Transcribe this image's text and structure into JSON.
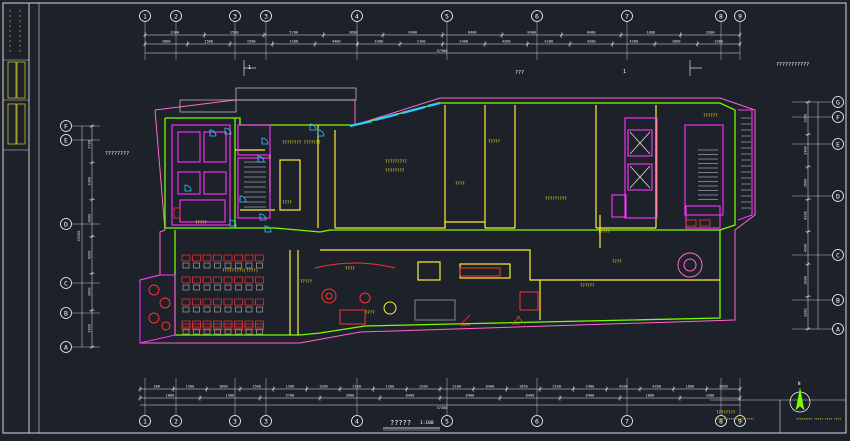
{
  "colors": {
    "background": "#1d2129",
    "frame": "#d8d8d8",
    "dimension": "#e8e8e8",
    "wall": "#7CFC00",
    "wall_yellow": "#ffee33",
    "magenta": "#ff33ff",
    "red": "#ff3333",
    "cyan": "#33ccff",
    "axis_bubble": "#ffffff",
    "outline_pink": "#ff66cc"
  },
  "column_axes": [
    "1",
    "2",
    "3",
    "3",
    "4",
    "5",
    "6",
    "7",
    "8",
    "9"
  ],
  "row_axes_left": [
    "F",
    "E",
    "D",
    "C",
    "B",
    "A"
  ],
  "row_axes_right": [
    "G",
    "F",
    "E",
    "D",
    "C",
    "B",
    "A"
  ],
  "top_dims_row1": [
    "3300",
    "1500",
    "5700",
    "3600",
    "8400",
    "8400",
    "8400",
    "8400",
    "1800",
    "3300"
  ],
  "top_dims_row2": [
    "1800",
    "1500",
    "1500",
    "1200",
    "4400",
    "3300",
    "2100",
    "2400",
    "4200",
    "4200",
    "4200",
    "4200",
    "1800",
    "3300"
  ],
  "top_total": "57300",
  "bottom_dims_row1": [
    "300",
    "1500",
    "1800",
    "1500",
    "1500",
    "1200",
    "2100",
    "1200",
    "1200",
    "2100",
    "8400",
    "1050",
    "2100",
    "2400",
    "4200",
    "4200",
    "1800",
    "3300"
  ],
  "bottom_dims_row2": [
    "1800",
    "1500",
    "5700",
    "3600",
    "8400",
    "8400",
    "8400",
    "8400",
    "1800",
    "3300"
  ],
  "bottom_total": "57300",
  "left_dims": [
    "2700",
    "3300",
    "4200",
    "4200",
    "3000",
    "3300"
  ],
  "left_total": "22200",
  "right_dims": [
    "3300",
    "3300",
    "3600",
    "4200",
    "4200",
    "3000",
    "3300"
  ],
  "title_bottom": "?????",
  "scale_bottom": "1:100",
  "label_top_center": "???",
  "label_top_right": "???????????",
  "label_left_note": "????????",
  "marker_left": "1",
  "marker_right": "1",
  "label_tag_a": "",
  "title_block": {
    "main": "????????",
    "sub": "????? ???? ????? ????",
    "right": "????????? ????? ???? ????"
  },
  "room_labels": {
    "office": "???????? ???????",
    "corridor": "????",
    "hall_main": "?????????",
    "hall_sub": "????????",
    "center_a": "????",
    "center_b": "?????",
    "center_c": "?????????",
    "gate": "?????",
    "stage": "????",
    "dining": "?????????(????)",
    "lobby": "????",
    "bar": "??????",
    "kiosk": "?????",
    "stairs_r": "??????",
    "shop": "?????",
    "toilet": "????"
  },
  "north_label": "N"
}
